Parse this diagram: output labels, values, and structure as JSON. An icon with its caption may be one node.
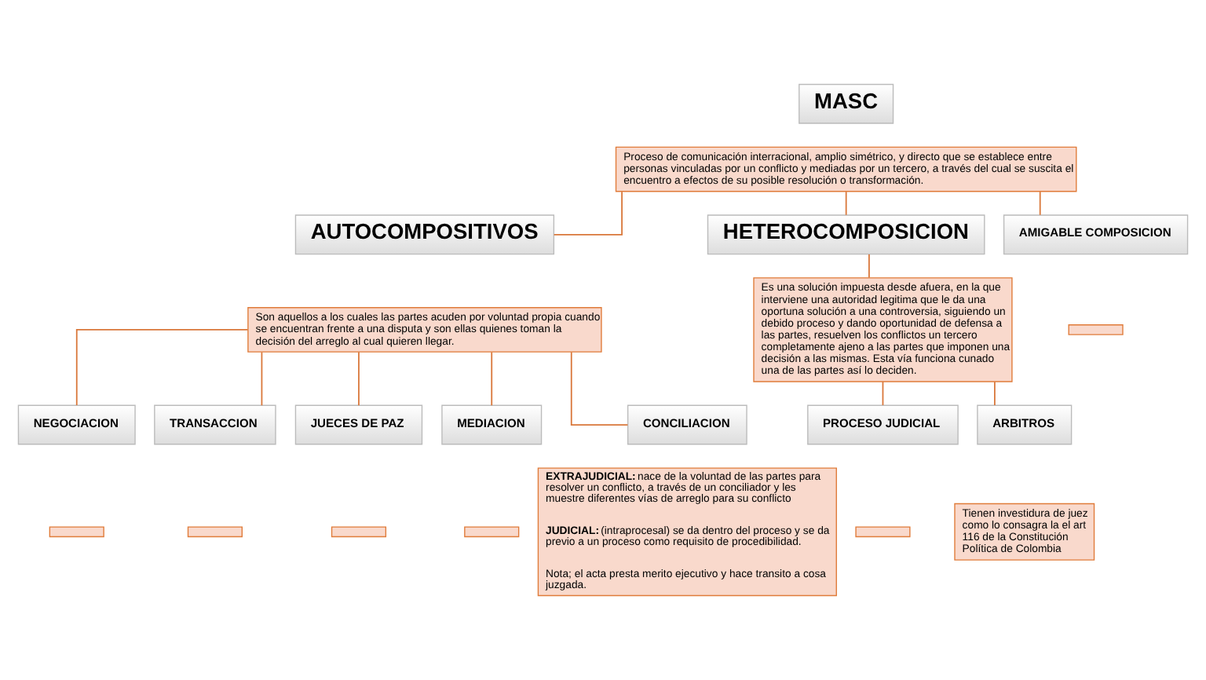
{
  "diagram": {
    "nodes": [
      {
        "text": [
          "MASC"
        ]
      },
      {
        "text": [
          "Proceso de comunicación interracional, amplio simétrico, y directo que se establece entre personas vinculadas por un conflicto y mediadas por un tercero, a través del cual se suscita el encuentro a efectos de su posible resolución o transformación."
        ]
      },
      {
        "text": [
          "AUTOCOMPOSITIVOS"
        ]
      },
      {
        "text": [
          "Son aquellos a los cuales las partes acuden por voluntad propia cuando se encuentran frente a una disputa y son ellas quienes toman la decisión del arreglo al cual quieren llegar."
        ]
      },
      {
        "text": [
          "NEGOCIACION"
        ]
      },
      {
        "text": [],
        "shape": "box"
      },
      {
        "text": [
          "TRANSACCION"
        ]
      },
      {
        "text": [],
        "shape": "box"
      },
      {
        "text": [
          "JUECES DE PAZ"
        ]
      },
      {
        "text": [],
        "shape": "box"
      },
      {
        "text": [
          "MEDIACION"
        ]
      },
      {
        "text": [],
        "shape": "box"
      },
      {
        "text": [
          "CONCILIACION"
        ]
      },
      {
        "text": [
          "**EXTRAJUDICIAL:** nace de la voluntad de las partes para resolver un conflicto, a través de un conciliador y les muestre diferentes vías de arreglo para su conflicto",
          "**JUDICIAL:** (intraprocesal) se da dentro del proceso y se da previo a un proceso como requisito de procedibilidad.",
          "Nota; el acta presta merito ejecutivo y hace transito a cosa juzgada."
        ]
      },
      {
        "text": [
          "HETEROCOMPOSICION"
        ]
      },
      {
        "text": [
          "Es una solución impuesta desde afuera, en la que interviene una autoridad legitima que le da una oportuna solución a una controversia, siguiendo un debido proceso y dando oportunidad de defensa a las partes, resuelven los conflictos un tercero completamente ajeno a las partes que imponen una decisión a las mismas. Esta vía funciona cunado una de las partes así lo deciden."
        ]
      },
      {
        "text": [
          "PROCESO JUDICIAL"
        ]
      },
      {
        "text": [],
        "shape": "box"
      },
      {
        "text": [
          "ARBITROS"
        ]
      },
      {
        "text": [
          "Tienen investidura de juez como lo consagra la el art 116 de la Constitución Política de Colombia"
        ]
      },
      {
        "text": [
          "AMIGABLE COMPOSICION"
        ]
      },
      {
        "text": [],
        "shape": "box"
      }
    ],
    "edges": [
      {
        "from": 1,
        "to": 2,
        "arrow": "none"
      },
      {
        "from": 1,
        "to": 14,
        "arrow": "none"
      },
      {
        "from": 1,
        "to": 20,
        "arrow": "none"
      },
      {
        "from": 3,
        "to": 4,
        "arrow": "none"
      },
      {
        "from": 3,
        "to": 6,
        "arrow": "none"
      },
      {
        "from": 3,
        "to": 8,
        "arrow": "none"
      },
      {
        "from": 3,
        "to": 10,
        "arrow": "none"
      },
      {
        "from": 3,
        "to": 12,
        "arrow": "none"
      },
      {
        "from": 14,
        "to": 15,
        "arrow": "none"
      },
      {
        "from": 15,
        "to": 16,
        "arrow": "none"
      },
      {
        "from": 15,
        "to": 18,
        "arrow": "none"
      }
    ]
  }
}
